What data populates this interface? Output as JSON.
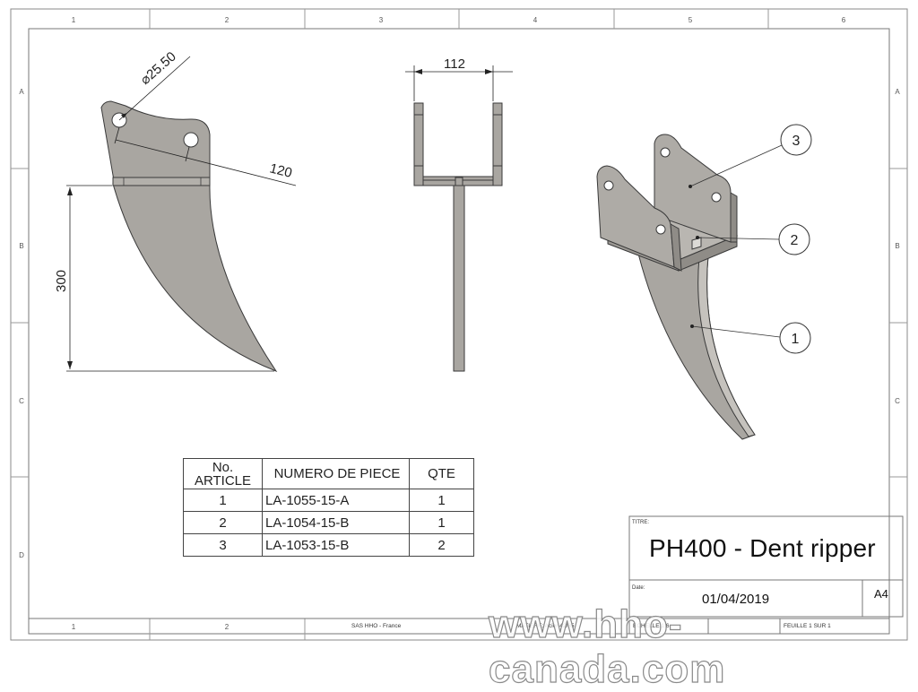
{
  "border": {
    "col_labels": [
      "1",
      "2",
      "3",
      "4",
      "5",
      "6"
    ],
    "row_labels": [
      "A",
      "B",
      "C",
      "D"
    ],
    "bottom_col_labels": [
      "1",
      "2"
    ]
  },
  "dimensions": {
    "hole_diameter": "25.50",
    "hole_spacing": "120",
    "height": "300",
    "width": "112"
  },
  "balloons": [
    "1",
    "2",
    "3"
  ],
  "bom": {
    "headers": {
      "article": "No.\nARTICLE",
      "part": "NUMERO DE PIECE",
      "qty": "QTE"
    },
    "rows": [
      {
        "article": "1",
        "part": "LA-1055-15-A",
        "qty": "1"
      },
      {
        "article": "2",
        "part": "LA-1054-15-B",
        "qty": "1"
      },
      {
        "article": "3",
        "part": "LA-1053-15-B",
        "qty": "2"
      }
    ]
  },
  "title_block": {
    "title_label": "TITRE:",
    "title": "PH400 - Dent ripper",
    "date_label": "Date:",
    "date": "01/04/2019",
    "format": "A4",
    "company": "SAS HHO - France",
    "material": "MATIERE: Acier 42/35",
    "scale": "ECHELLE:1:6",
    "sheet": "FEUILLE 1 SUR 1"
  },
  "watermark": "www.hho-canada.com",
  "colors": {
    "part_fill": "#a9a6a1",
    "part_stroke": "#3a3a3a",
    "line": "#333333"
  }
}
